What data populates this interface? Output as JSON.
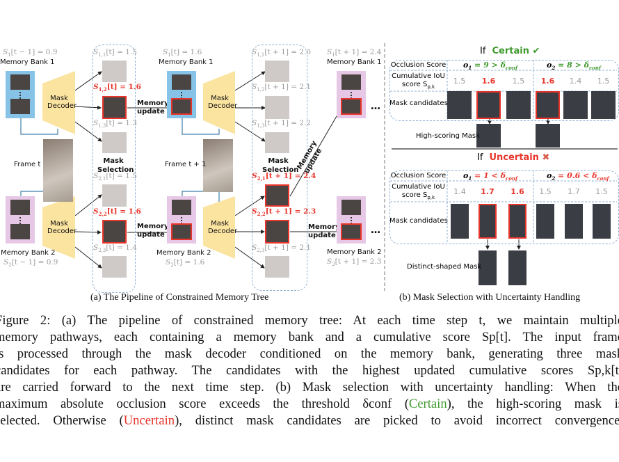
{
  "panel_a": {
    "bank1_label": "Memory Bank 1",
    "bank2_label": "Memory Bank 2",
    "bank1_prev_score": {
      "sym": "S",
      "sub": "1",
      "rest": "[t − 1] = 0.9"
    },
    "bank2_prev_score": {
      "sym": "S",
      "sub": "2",
      "rest": "[t − 1] = 0.9"
    },
    "decoder_label": "Mask Decoder",
    "frame_t": "Frame t",
    "frame_t1": "Frame t + 1",
    "memory_update": "Memory update",
    "mask_selection": "Mask Selection",
    "step_t_candidates": [
      {
        "sym": "S",
        "sub": "1,1",
        "rest": "[t] = 1.5",
        "selected": false
      },
      {
        "sym": "S",
        "sub": "1,2",
        "rest": "[t] = 1.6",
        "selected": true
      },
      {
        "sym": "S",
        "sub": "1,3",
        "rest": "[t] = 1.3",
        "selected": false
      },
      {
        "sym": "S",
        "sub": "2,1",
        "rest": "[t] = 1.5",
        "selected": false
      },
      {
        "sym": "S",
        "sub": "2,2",
        "rest": "[t] = 1.6",
        "selected": true
      },
      {
        "sym": "S",
        "sub": "2,3",
        "rest": "[t] = 1.4",
        "selected": false
      }
    ],
    "bank1_t_score": {
      "sym": "S",
      "sub": "1",
      "rest": "[t] = 1.6"
    },
    "bank2_t_score": {
      "sym": "S",
      "sub": "2",
      "rest": "[t] = 1.6"
    },
    "step_t1_candidates": [
      {
        "sym": "S",
        "sub": "1,1",
        "rest": "[t + 1] = 2.0",
        "selected": false
      },
      {
        "sym": "S",
        "sub": "1,2",
        "rest": "[t + 1] = 2.1",
        "selected": false
      },
      {
        "sym": "S",
        "sub": "1,3",
        "rest": "[t + 1] = 2.2",
        "selected": false
      },
      {
        "sym": "S",
        "sub": "2,1",
        "rest": "[t + 1] = 2.4",
        "selected": true
      },
      {
        "sym": "S",
        "sub": "2,2",
        "rest": "[t + 1] = 2.3",
        "selected": true
      },
      {
        "sym": "S",
        "sub": "2,3",
        "rest": "[t + 1] = 2.1",
        "selected": false
      }
    ],
    "bank1_next_score": {
      "sym": "S",
      "sub": "1",
      "rest": "[t + 1] = 2.4"
    },
    "bank2_next_score": {
      "sym": "S",
      "sub": "2",
      "rest": "[t + 1] = 2.3"
    },
    "ellipsis": "…",
    "caption": "(a) The Pipeline of Constrained Memory Tree"
  },
  "panel_b": {
    "certain": {
      "if": "If",
      "word": "Certain",
      "icon": "check-icon",
      "glyph": "✔",
      "row_occlusion": "Occlusion Score",
      "row_iou": "Cumulative IoU score S",
      "row_iou_sub": "p,k",
      "row_candidates": "Mask candidates",
      "o1": {
        "sym": "o",
        "sub": "1",
        "rest": " = 9 > δ",
        "rest_sub": "conf"
      },
      "o2": {
        "sym": "o",
        "sub": "2",
        "rest": " = 8 > δ",
        "rest_sub": "conf"
      },
      "scores": [
        "1.5",
        "1.6",
        "1.5",
        "1.6",
        "1.4",
        "1.5"
      ],
      "selected": [
        false,
        true,
        false,
        true,
        false,
        false
      ],
      "result_label": "High-scoring Mask"
    },
    "uncertain": {
      "if": "If",
      "word": "Uncertain",
      "icon": "cross-icon",
      "glyph": "✖",
      "row_occlusion": "Occlusion Score",
      "row_iou": "Cumulative IoU score S",
      "row_iou_sub": "p,k",
      "row_candidates": "Mask candidates",
      "o1": {
        "sym": "o",
        "sub": "1",
        "rest": " = 1 < δ",
        "rest_sub": "conf"
      },
      "o2": {
        "sym": "o",
        "sub": "2",
        "rest": " = 0.6 < δ",
        "rest_sub": "conf"
      },
      "scores": [
        "1.4",
        "1.7",
        "1.6",
        "1.5",
        "1.7",
        "1.5"
      ],
      "selected": [
        false,
        true,
        true,
        false,
        false,
        false
      ],
      "result_label": "Distinct-shaped Mask"
    },
    "caption": "(b) Mask Selection with Uncertainty Handling"
  },
  "colors": {
    "accent_red": "#e8352b",
    "accent_green": "#3f9a2e",
    "bank1_blue": "#86c3e6",
    "bank2_pink": "#e6c8e6",
    "decoder_yellow": "#fbe3a0"
  },
  "figure_caption": {
    "line1": "Figure 2: (a) The pipeline of constrained memory tree: At each time step t, we maintain multiple",
    "line2": "memory pathways, each containing a memory bank and a cumulative score Sp[t]. The input frame",
    "line3": "is processed through the mask decoder conditioned on the memory bank, generating three mask",
    "line4": "candidates for each pathway. The candidates with the highest updated cumulative scores Sp,k[t]",
    "line5": "are carried forward to the next time step. (b) Mask selection with uncertainty handling: When the",
    "line6_a": "maximum absolute occlusion score exceeds the threshold δconf (",
    "line6_green": "Certain",
    "line6_b": "), the high-scoring mask is",
    "line7_a": "selected. Otherwise (",
    "line7_red": "Uncertain",
    "line7_b": "), distinct mask candidates are picked to avoid incorrect convergence."
  }
}
